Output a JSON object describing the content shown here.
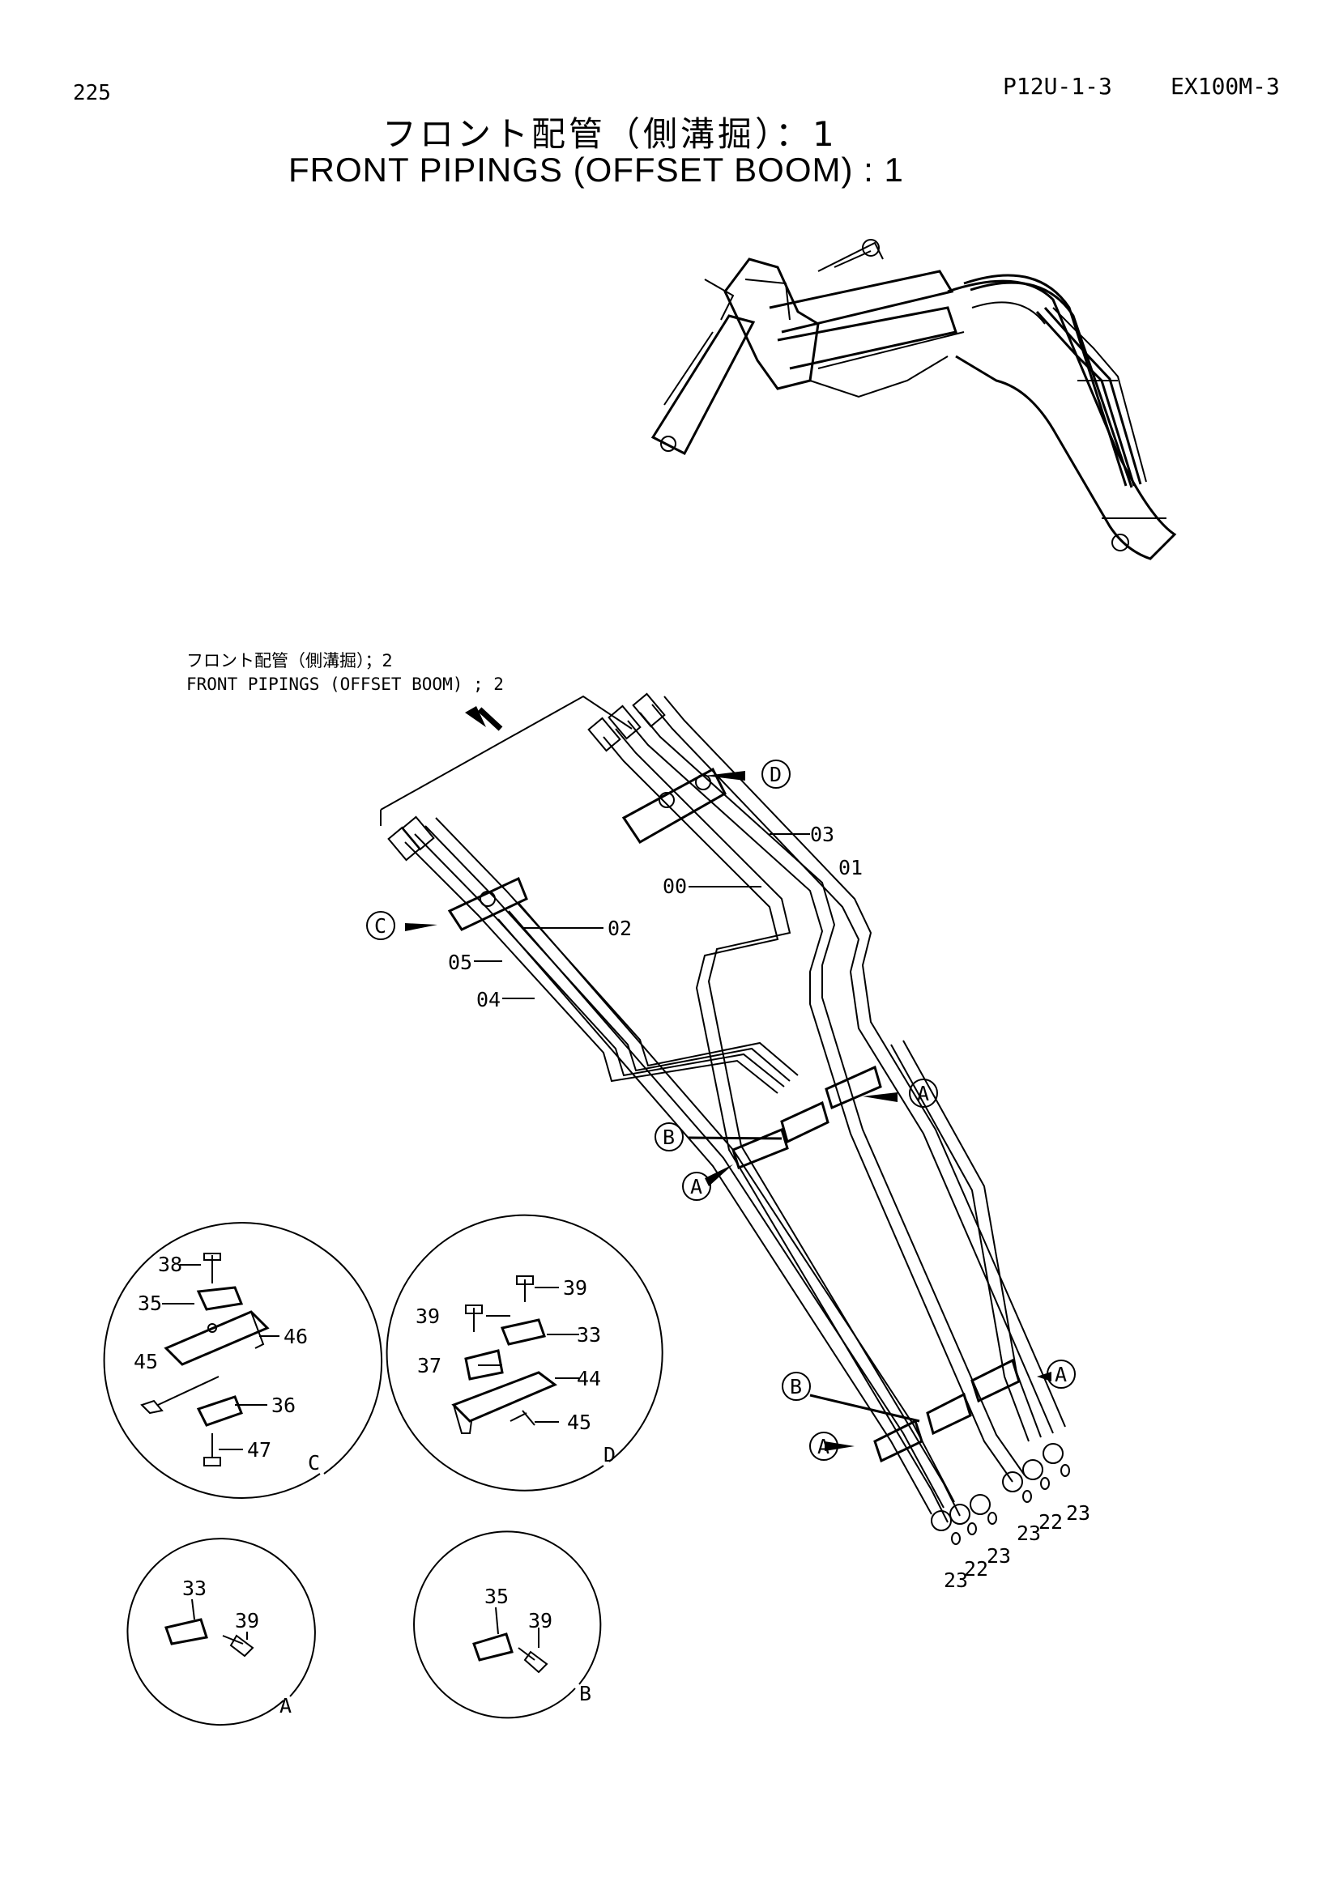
{
  "header": {
    "page_number": "225",
    "page_code": "P12U-1-3",
    "model": "EX100M-3"
  },
  "title": {
    "japanese": "フロント配管（側溝掘）：1",
    "english": "FRONT PIPINGS (OFFSET BOOM) : 1"
  },
  "reference": {
    "japanese": "フロント配管（側溝掘）；2",
    "english": "FRONT PIPINGS (OFFSET BOOM) ; 2"
  },
  "main_callouts": {
    "pipe_00": "00",
    "pipe_01": "01",
    "pipe_02": "02",
    "pipe_03": "03",
    "pipe_04": "04",
    "pipe_05": "05",
    "o_ring_22": "22",
    "o_ring_23": "23"
  },
  "detail_markers": {
    "a": "A",
    "b": "B",
    "c": "C",
    "d": "D"
  },
  "detail_c": {
    "label": "C",
    "parts": {
      "p38": "38",
      "p35": "35",
      "p46": "46",
      "p45": "45",
      "p36": "36",
      "p47": "47"
    }
  },
  "detail_d": {
    "label": "D",
    "parts": {
      "p39a": "39",
      "p39b": "39",
      "p33": "33",
      "p37": "37",
      "p44": "44",
      "p45": "45"
    }
  },
  "detail_a": {
    "label": "A",
    "parts": {
      "p33": "33",
      "p39": "39"
    }
  },
  "detail_b": {
    "label": "B",
    "parts": {
      "p35": "35",
      "p39": "39"
    }
  }
}
